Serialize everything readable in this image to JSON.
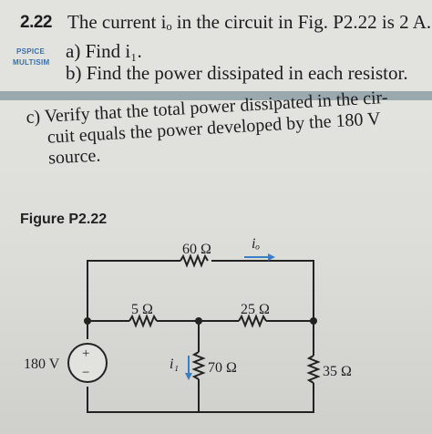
{
  "problem": {
    "number": "2.22",
    "statement": "The current iₒ in the circuit in Fig. P2.22 is 2 A.",
    "tags": [
      "PSPICE",
      "MULTISIM"
    ],
    "part_a": "a) Find i₁.",
    "part_b": "b) Find the power dissipated in each resistor.",
    "part_c_line1": "c) Verify that the total power dissipated in the cir-",
    "part_c_line2": "cuit equals the power developed by the 180 V",
    "part_c_line3": "source."
  },
  "figure": {
    "title": "Figure P2.22",
    "source_label": "180 V",
    "source_plus": "+",
    "source_minus": "−",
    "r60": "60 Ω",
    "r5": "5 Ω",
    "r25": "25 Ω",
    "r70": "70 Ω",
    "r35": "35 Ω",
    "io_label": "iₒ",
    "i1_label": "i₁",
    "arrow_color": "#3a7fc4"
  }
}
